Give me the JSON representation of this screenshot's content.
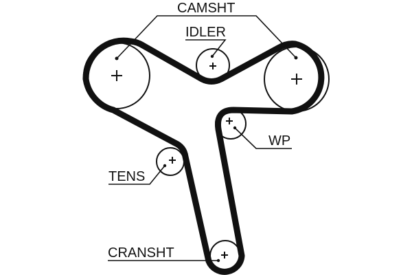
{
  "diagram": {
    "title": "Timing belt routing",
    "labels": {
      "camshaft": "CAMSHT",
      "idler": "IDLER",
      "water_pump": "WP",
      "tensioner": "TENS",
      "crankshaft": "CRANSHT"
    },
    "components": [
      {
        "id": "camshaft-left",
        "label_ref": "camshaft",
        "type": "pulley"
      },
      {
        "id": "camshaft-right",
        "label_ref": "camshaft",
        "type": "pulley"
      },
      {
        "id": "idler",
        "label_ref": "idler",
        "type": "pulley"
      },
      {
        "id": "water-pump",
        "label_ref": "water_pump",
        "type": "pulley"
      },
      {
        "id": "tensioner",
        "label_ref": "tensioner",
        "type": "pulley"
      },
      {
        "id": "crankshaft",
        "label_ref": "crankshaft",
        "type": "pulley"
      }
    ],
    "colors": {
      "ink": "#111111",
      "background": "#ffffff"
    }
  }
}
